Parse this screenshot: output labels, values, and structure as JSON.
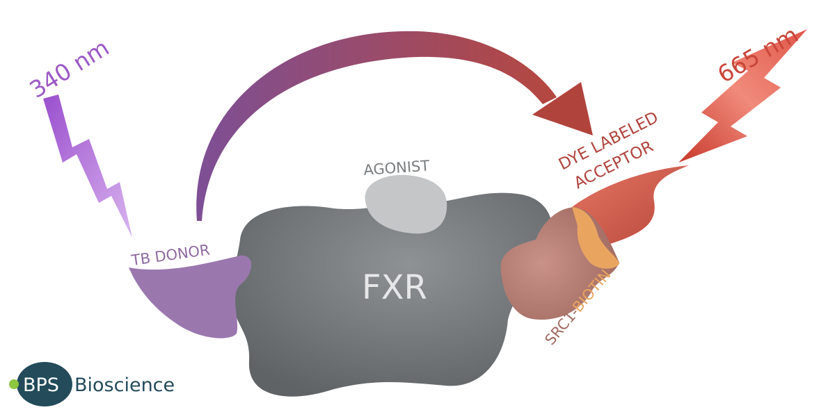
{
  "labels": {
    "excitation": "340 nm",
    "emission": "665 nm",
    "donor": "TB DONOR",
    "agonist": "AGONIST",
    "receptor": "FXR",
    "acceptor_line1": "DYE LABELED",
    "acceptor_line2": "ACCEPTOR",
    "peptide": "SRC1-",
    "peptide_tag": "BIOTIN"
  },
  "logo": {
    "mark": "BPS",
    "name": "Bioscience"
  },
  "colors": {
    "purple": "#9b59c6",
    "donor": "#8e6aa0",
    "red": "#c9463a",
    "fxr": "#75797c",
    "agonist": "#c4c6c8",
    "src1": "#b57c72",
    "biotin": "#e9a560",
    "logo_teal": "#234b5a",
    "logo_green": "#8dc63f"
  }
}
